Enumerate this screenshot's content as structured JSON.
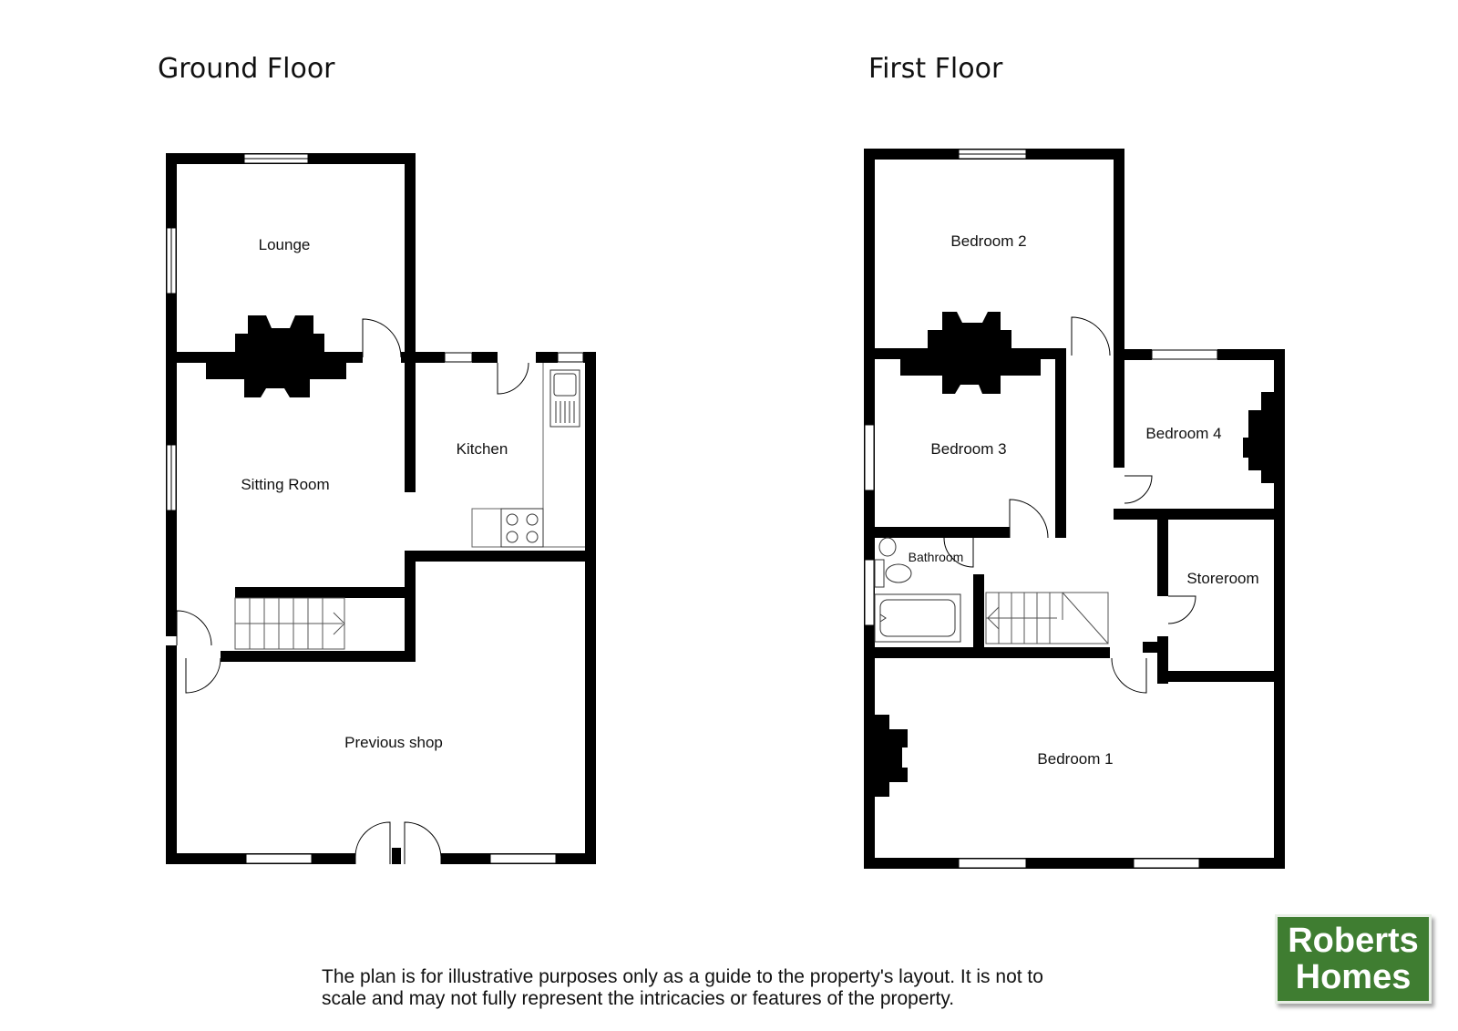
{
  "ground_floor": {
    "title": "Ground Floor",
    "rooms": {
      "lounge": "Lounge",
      "sitting_room": "Sitting Room",
      "kitchen": "Kitchen",
      "previous_shop": "Previous shop"
    }
  },
  "first_floor": {
    "title": "First Floor",
    "rooms": {
      "bedroom_2": "Bedroom 2",
      "bedroom_3": "Bedroom 3",
      "bedroom_4": "Bedroom 4",
      "bathroom": "Bathroom",
      "storeroom": "Storeroom",
      "bedroom_1": "Bedroom 1"
    }
  },
  "disclaimer": {
    "line1": "The plan is for illustrative purposes only as a guide to the property's layout. It is not to",
    "line2": "scale and may not fully represent the intricacies or features of the property."
  },
  "logo": {
    "line1": "Roberts",
    "line2": "Homes",
    "color": "#3f7d31"
  },
  "colors": {
    "wall": "#000000",
    "window": "#ffffff"
  }
}
